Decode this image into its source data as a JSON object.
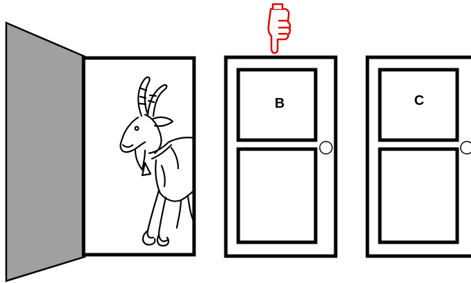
{
  "doors": [
    {
      "id": "A",
      "state": "open",
      "reveals": "goat",
      "label": ""
    },
    {
      "id": "B",
      "state": "closed",
      "label": "B",
      "selected": true
    },
    {
      "id": "C",
      "state": "closed",
      "label": "C"
    }
  ],
  "pointer": {
    "icon": "pointing-hand-icon",
    "color": "#e00000",
    "target": "B"
  },
  "colors": {
    "open_door_panel": "#a0a0a0",
    "outline": "#000000",
    "background": "#ffffff"
  }
}
